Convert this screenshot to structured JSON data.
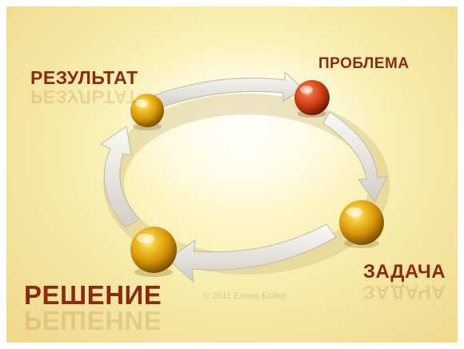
{
  "diagram": {
    "labels": {
      "result": "РЕЗУЛЬТАТ",
      "problem": "ПРОБЛЕМА",
      "task": "ЗАДАЧА",
      "solution": "РЕШЕНИЕ"
    },
    "watermark": "© 2011 Елена Бойко",
    "colors": {
      "label": "#8a2a12",
      "sphere_gold": "#e0a010",
      "sphere_red": "#d2441a",
      "arrow": "#e9e7df",
      "background": "#f6e9a6"
    },
    "icons": {
      "cycle": "circular-arrows",
      "node": "sphere"
    }
  }
}
